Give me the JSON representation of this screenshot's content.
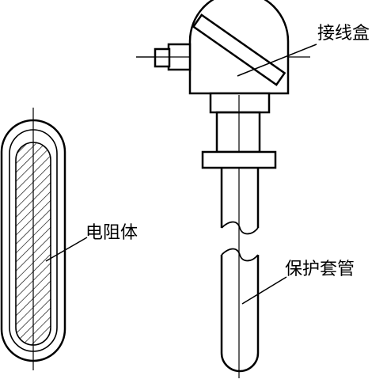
{
  "labels": {
    "junction_box": "接线盒",
    "resistor_body": "电阻体",
    "protective_sleeve": "保护套管"
  },
  "colors": {
    "line": "#000000",
    "background": "#ffffff"
  }
}
